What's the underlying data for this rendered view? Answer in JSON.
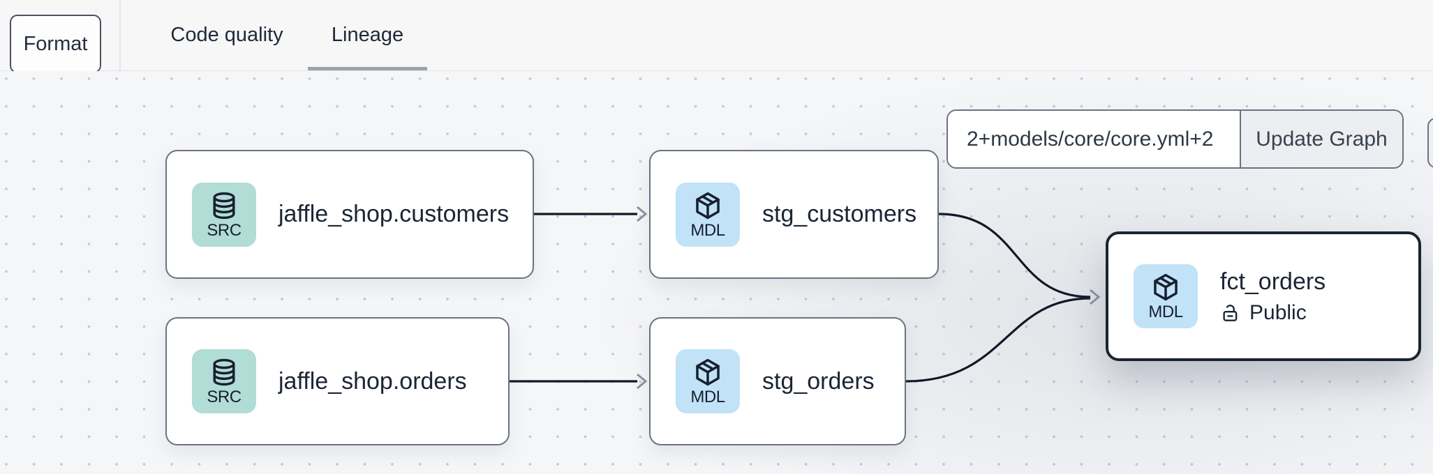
{
  "toolbar": {
    "format_button_label": "Format",
    "tabs": [
      {
        "label": "Code quality",
        "active": false
      },
      {
        "label": "Lineage",
        "active": true
      }
    ]
  },
  "lineage_controls": {
    "selector_value": "2+models/core/core.yml+2",
    "update_button_label": "Update Graph"
  },
  "graph": {
    "nodes": [
      {
        "id": "source-jaffle-shop-customers",
        "type_label": "SRC",
        "icon": "database-icon",
        "title": "jaffle_shop.customers",
        "selected": false
      },
      {
        "id": "model-stg-customers",
        "type_label": "MDL",
        "icon": "cube-icon",
        "title": "stg_customers",
        "selected": false
      },
      {
        "id": "source-jaffle-shop-orders",
        "type_label": "SRC",
        "icon": "database-icon",
        "title": "jaffle_shop.orders",
        "selected": false
      },
      {
        "id": "model-stg-orders",
        "type_label": "MDL",
        "icon": "cube-icon",
        "title": "stg_orders",
        "selected": false
      },
      {
        "id": "model-fct-orders",
        "type_label": "MDL",
        "icon": "cube-icon",
        "title": "fct_orders",
        "access_icon": "lock-open-icon",
        "access_label": "Public",
        "selected": true
      }
    ],
    "edges": [
      {
        "from": "source-jaffle-shop-customers",
        "to": "model-stg-customers"
      },
      {
        "from": "source-jaffle-shop-orders",
        "to": "model-stg-orders"
      },
      {
        "from": "model-stg-customers",
        "to": "model-fct-orders"
      },
      {
        "from": "model-stg-orders",
        "to": "model-fct-orders"
      }
    ]
  },
  "colors": {
    "source_badge": "#b2dcd6",
    "model_badge": "#c2e2f7",
    "node_border": "#6a7380",
    "selected_node_border": "#1b2430",
    "edge_line": "#111827",
    "edge_arrowhead": "#8a919e",
    "active_tab_underline": "#9ba2ac",
    "update_button_bg": "#eceef1",
    "text": "#1b2534"
  }
}
